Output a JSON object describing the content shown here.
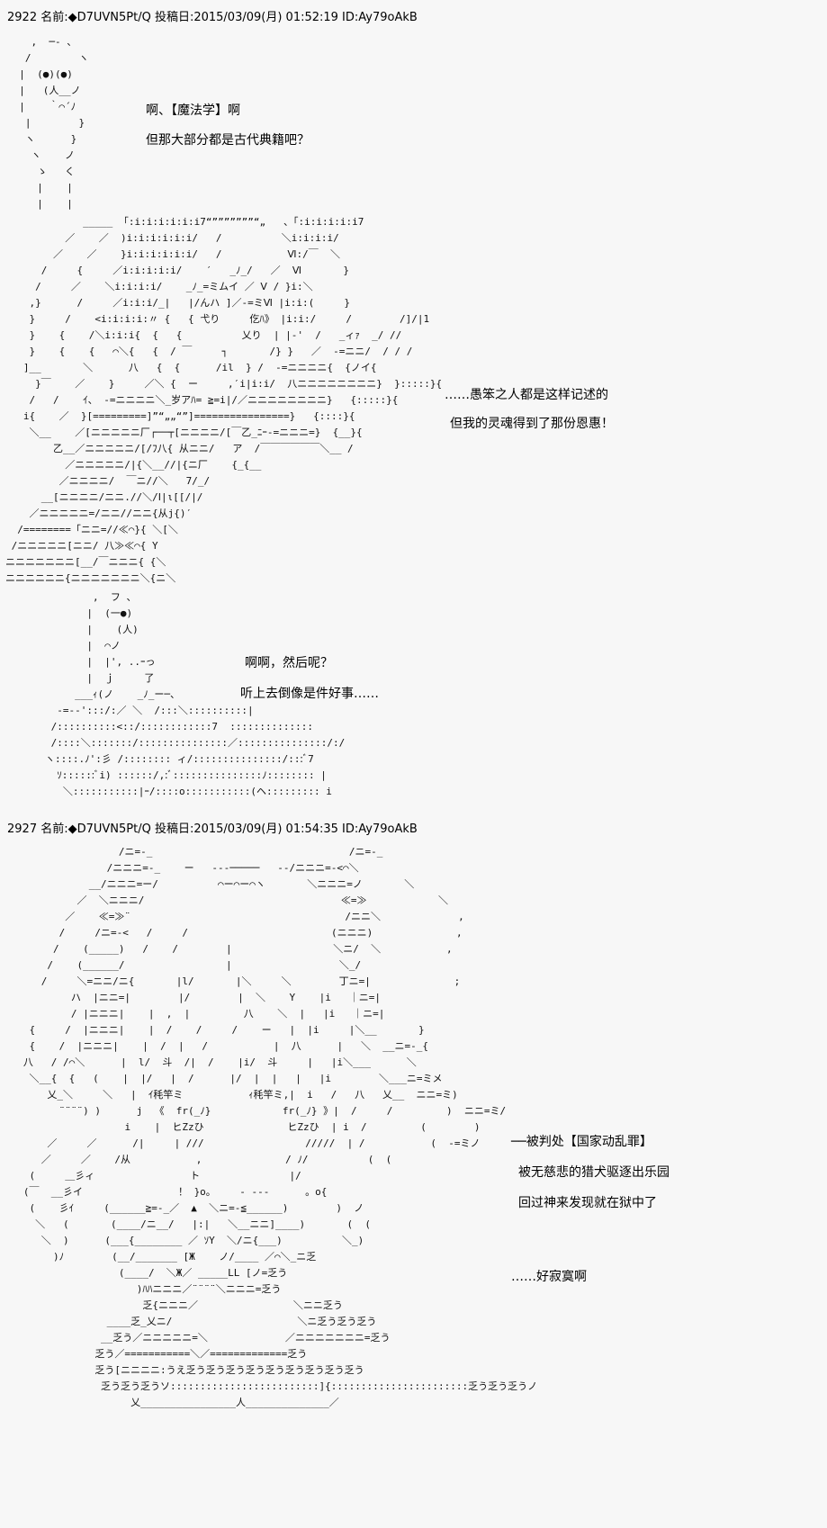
{
  "posts": [
    {
      "header": "2922 名前:◆D7UVN5Pt/Q 投稿日:2015/03/09(月) 01:52:19 ID:Ay79oAkB",
      "panels": [
        {
          "art": [
            "    ,  ─‐ 、",
            "   /        ヽ",
            "  |  (●)(●)",
            "  |   (人__ノ",
            "  |    ｀⌒´ﾉ",
            "   |        }",
            "   ヽ      }",
            "    ヽ    ノ",
            "     ゝ   く",
            "     |    |",
            "     |    |"
          ],
          "lines": [
            "啊、【魔法学】啊",
            "但那大部分都是古代典籍吧？"
          ]
        },
        {
          "art": [
            "             _____ 「:i:i:i:i:i:i7“”””””””“„   、「:i:i:i:i:i7",
            "          ／    ／  )i:i:i:i:i:i/   /          ＼i:i:i:i/",
            "        ／    ／    }i:i:i:i:i:i/   /           Ⅵ:/￣  ＼",
            "      /     {     ／i:i:i:i:i/    ′   _ﾉ_/   ／  Ⅵ       }",
            "     /     ／    ＼i:i:i:i/    _ﾉ_=ミムイ ／ Ⅴ / }i:＼",
            "    ,}      /     ／i:i:i/_|   |/んハ ]／-=ミⅥ |i:i:(     }",
            "    }     /    <i:i:i:i:〃 {   { 弋り     仡ﾊ》 |i:i:/     /        /]/|1",
            "    }    {    /＼i:i:i{  {   {          乂り  | |-'  /   _ィｧ  _/ //",
            "    }    {    {   ⌒＼{   {  / ￣     ┐       /} }   ／  ‐=ニニ/  / / /",
            "   ]__       ＼      八   {  {      /il  } /  ‐=ニニニニ{  {ノイ{",
            "     }￣    ／    }     ／＼ {  ー     ,′i|i:i/  八ニニニニニニニニ}  }:::::}{",
            "    /   /    ｲ、 ‐=ニニニニ＼_岁アﾊ= ≧=i|/／ニニニニニニニニ}   {:::::}{",
            "   i{    ／  }[=========]”“„„“”]================}   {::::}{",
            "    ＼__    ／[ニニニニニ厂┌──┬[ニニニニ/[￣乙_ﾆｰ‐=ニニニ=}  {__}{",
            "        乙__／ニニニニニ/[/ﾌ八{ 从ニニ/   ア  /￣￣￣￣￣￣＼__ /",
            "          ／ニニニニニ/|{＼__//|{ニ厂    {_{__",
            "         ／ニニニニ/  ￣ニ//＼   7/_/",
            "      __[ニニニニ/ニニ.//＼/Ⅰ|ι[[/|/",
            "    ／ニニニニニ=/ニニ//ニニ{从j{)′",
            "  /========「ニニ=//≪⌒}{ ＼[＼",
            " /ニニニニニ[ニニ/ 八≫≪⌒{ Y",
            "ニニニニニニニ[__/￣ニニニ{ {＼",
            "ニニニニニニ{ニニニニニニニ＼{ニ＼"
          ],
          "lines": [
            "……愚笨之人都是这样记述的",
            "但我的灵魂得到了那份恩惠！"
          ]
        },
        {
          "art": [
            "        ,  フ 、",
            "       |  (一●)",
            "       |    (人)",
            "       |  ⌒ノ",
            "       |  |', ..ｰっ",
            "       |  ｊ     了",
            "     ___ｨ(ノ    _ﾉ_ー─、",
            "  ‐=-‐':::/:／ ＼  /:::＼::::::::::|",
            " /::::::::::<::/::::::::::::7  ::::::::::::::",
            " /::::＼:::::::/:::::::::::::::／:::::::::::::::/:/",
            "ヽ::::.ﾉ':彡 /:::::::: ィ/:::::::::::::::/:::ﾞ7",
            "  ｿ::::::ﾞi) ::::::/,:ﾞ:::::::::::::::ﾉ:::::::: |",
            "   ＼:::::::::::|ｰ/::::o:::::::::::(ヘ::::::::: i"
          ],
          "lines": [
            "啊啊，然后呢？",
            "听上去倒像是件好事……"
          ]
        }
      ]
    },
    {
      "header": "2927 名前:◆D7UVN5Pt/Q 投稿日:2015/03/09(月) 01:54:35 ID:Ay79oAkB",
      "panels": [
        {
          "art": [
            "                   /ニ=-_                                 /ニ=-_",
            "                 /ニニニ=-_    ー   ‐‐‐─────   ‐‐/ニニニ=‐<⌒＼",
            "              __/ニニニ=ー/          ⌒ー⌒ー⌒ヽ       ＼ニニニ=ノ       ＼",
            "            ／  ＼ニニニ/                                 ≪=≫            ＼",
            "          ／    ≪=≫¨                                    /ニニ＼             ,",
            "         /     /ニ=‐<   /     /                        (ニニニ)              ,",
            "        /    (_____)   /    /        |                 ＼ニ/  ＼           ,",
            "       /    (______/                 |                  ＼_/",
            "      /     ＼=ニニ/ニ{       |l/       |＼     ＼        丁ニ=|              ;",
            "           ハ  |ニニ=|        |/        |  ＼    Y    |i   ｜ニ=|",
            "           / |ニニニ|    |  ,  |         八    ＼  |   |i   ｜ニ=|",
            "    {     /  |ニニニ|    |  /    /     /    ー   |  |i     |＼__       }",
            "    {    /  |ニニニ|    |  /  |   /           |  八      |   ＼  __ニ=-_{",
            "   八   / /⌒＼      |  l/  斗  /|  /    |i/  斗     |   |i＼___      ＼",
            "    ＼__{  {   (    |  |/   |  /      |/  |  |   |   |i        ＼___ニ=ミメ",
            "       乂_＼     ＼   |  ｲ秏竿ミ           ｨ秏竿ミ,|  i   /   八   乂__  ニニ=ミ)",
            "         ¨¨¨¨) )      j  《  fr(_ﾉ}            fr(_ﾉ} 》|  /     /         )  ニニ=ミ/",
            "                    i    |  ヒZzひ              ヒZzひ  | i  /         (        )",
            "       ／     ／      /|     | ///                 /////  | /           (  ‐=ミノ",
            "      ／     ／    /从           ,              / ﾉ/          (  (",
            "    (     ＿彡ィ                ト               |/",
            "   (￣  __彡イ                ！ }o。    - ‐‐‐      。o{",
            "    (    彡ｲ     (______≧=-_／  ▲  ＼ニ=-≦______)        )  ノ",
            "     ＼   (       (____/ニ__/   |:|   ＼__ニニ]____)       (  (",
            "      ＼  )      (___{________ ／ ｿY  ＼/ニ{___)          ＼_)",
            "        )ﾉ        (__/_______ [Ж    ノ/____ ／⌒＼_ニ乏",
            "                   (____/  ＼Ж／ _____LL [ノ=乏う",
            "                      )ﾊﾊニニニ／¨¨¨¨＼ニニニ=乏う",
            "                       乏{ニニニ／                ＼ニニ乏う",
            "                 ____乏_乂ニ/                     ＼ニ乏う乏う乏う",
            "                __乏う／ニニニニニ=＼             ／ニニニニニニニ=乏う",
            "               乏う／===========＼／=============乏う",
            "               乏う[ニニニニ:うえ乏う乏う乏う乏う乏う乏う乏う乏う乏う",
            "                乏う乏う乏うソ:::::::::::::::::::::::::]{:::::::::::::::::::::::乏う乏う乏うノ",
            "                     乂________________人______________／"
          ],
          "lines": [
            "──被判处【国家动乱罪】",
            "被无慈悲的猎犬驱逐出乐园",
            "回过神来发现就在狱中了",
            "……好寂寞啊"
          ]
        }
      ]
    }
  ]
}
